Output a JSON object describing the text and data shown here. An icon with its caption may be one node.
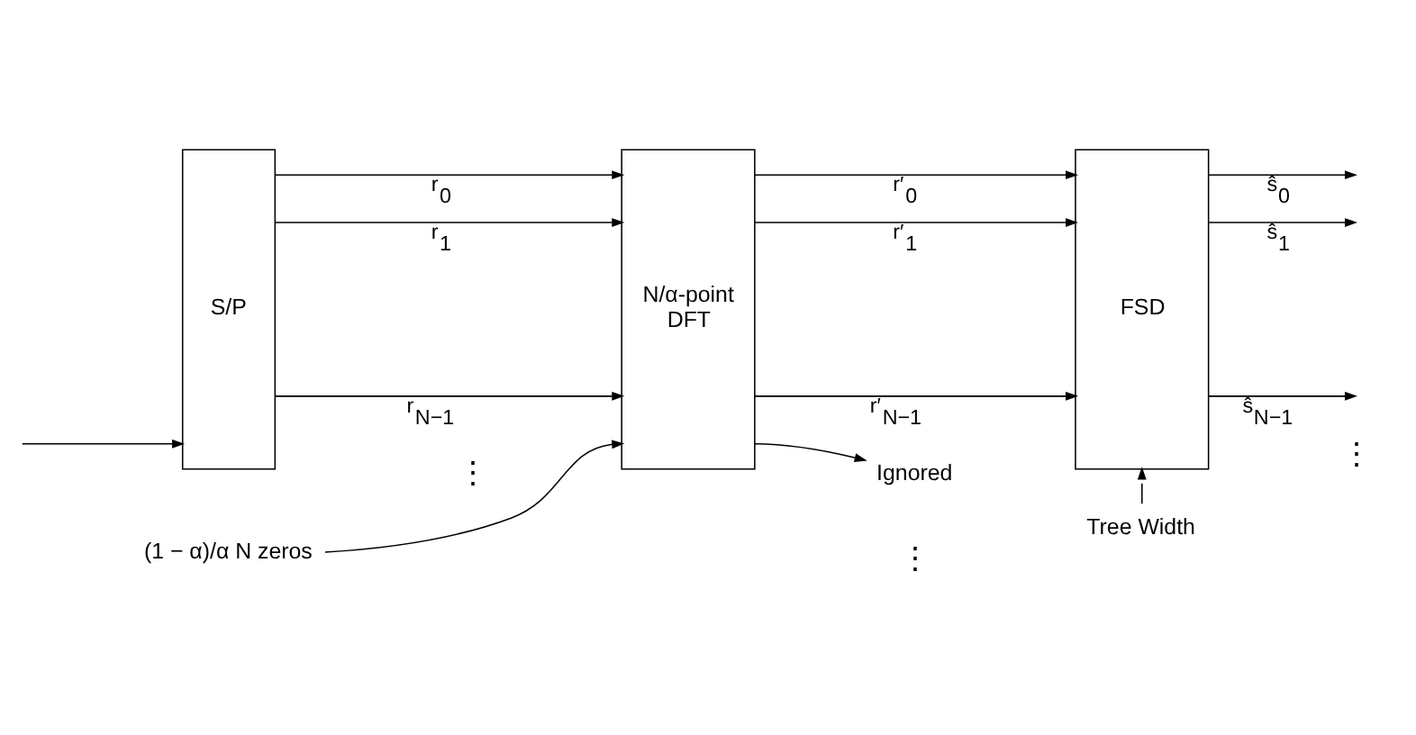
{
  "diagram": {
    "nodes": [
      {
        "text": [
          "S/P"
        ]
      },
      {
        "text": [
          "N/α-point",
          "DFT"
        ]
      },
      {
        "text": [
          "FSD"
        ]
      },
      {
        "text": [
          "(1 − α)/α N zeros"
        ]
      },
      {
        "text": [
          "Ignored"
        ]
      },
      {
        "text": [
          "Tree Width"
        ]
      }
    ],
    "edges": [
      {
        "from": null,
        "to": 0,
        "arrow": "to"
      },
      {
        "from": 0,
        "to": 1,
        "arrow": "to",
        "label": "r$_{0}$"
      },
      {
        "from": 0,
        "to": 1,
        "arrow": "to",
        "label": "r$_{1}$"
      },
      {
        "from": 0,
        "to": 1,
        "arrow": "to",
        "label": "r$_{N−1}$"
      },
      {
        "from": 1,
        "to": 2,
        "arrow": "to",
        "label": "r′$_{0}$"
      },
      {
        "from": 1,
        "to": 2,
        "arrow": "to",
        "label": "r′$_{1}$"
      },
      {
        "from": 1,
        "to": 2,
        "arrow": "to",
        "label": "r′$_{N−1}$"
      },
      {
        "from": 2,
        "to": null,
        "arrow": "to",
        "label": "ŝ$_{0}$"
      },
      {
        "from": 2,
        "to": null,
        "arrow": "to",
        "label": "ŝ$_{1}$"
      },
      {
        "from": 2,
        "to": null,
        "arrow": "to",
        "label": "ŝ$_{N−1}$"
      },
      {
        "from": 3,
        "to": 1,
        "arrow": "to"
      },
      {
        "from": 1,
        "to": 4,
        "arrow": "to"
      },
      {
        "from": 5,
        "to": 2,
        "arrow": "to"
      }
    ],
    "labels": [
      "⋮",
      "⋮",
      "⋮"
    ]
  }
}
